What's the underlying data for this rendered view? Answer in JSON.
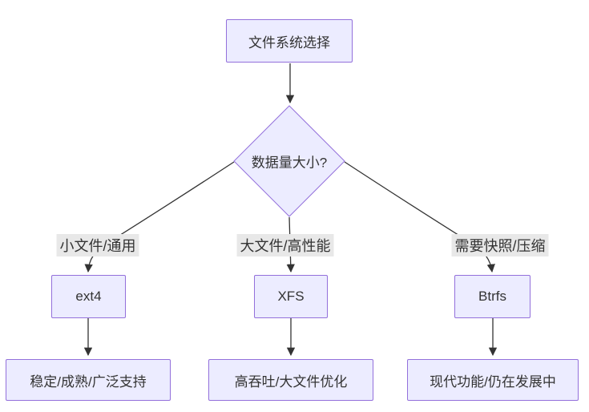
{
  "diagram": {
    "type": "flowchart-top-down",
    "root": {
      "label": "文件系统选择"
    },
    "decision": {
      "label": "数据量大小?"
    },
    "branches": [
      {
        "edge_label": "小文件/通用",
        "node_label": "ext4",
        "result_label": "稳定/成熟/广泛支持"
      },
      {
        "edge_label": "大文件/高性能",
        "node_label": "XFS",
        "result_label": "高吞吐/大文件优化"
      },
      {
        "edge_label": "需要快照/压缩",
        "node_label": "Btrfs",
        "result_label": "现代功能/仍在发展中"
      }
    ],
    "colors": {
      "node_fill": "#ECECFF",
      "node_border": "#9370DB",
      "edge_line": "#333333",
      "arrowhead": "#333333",
      "edge_label_bg": "#e8e8e8",
      "text": "#333333",
      "background": "#ffffff"
    }
  }
}
